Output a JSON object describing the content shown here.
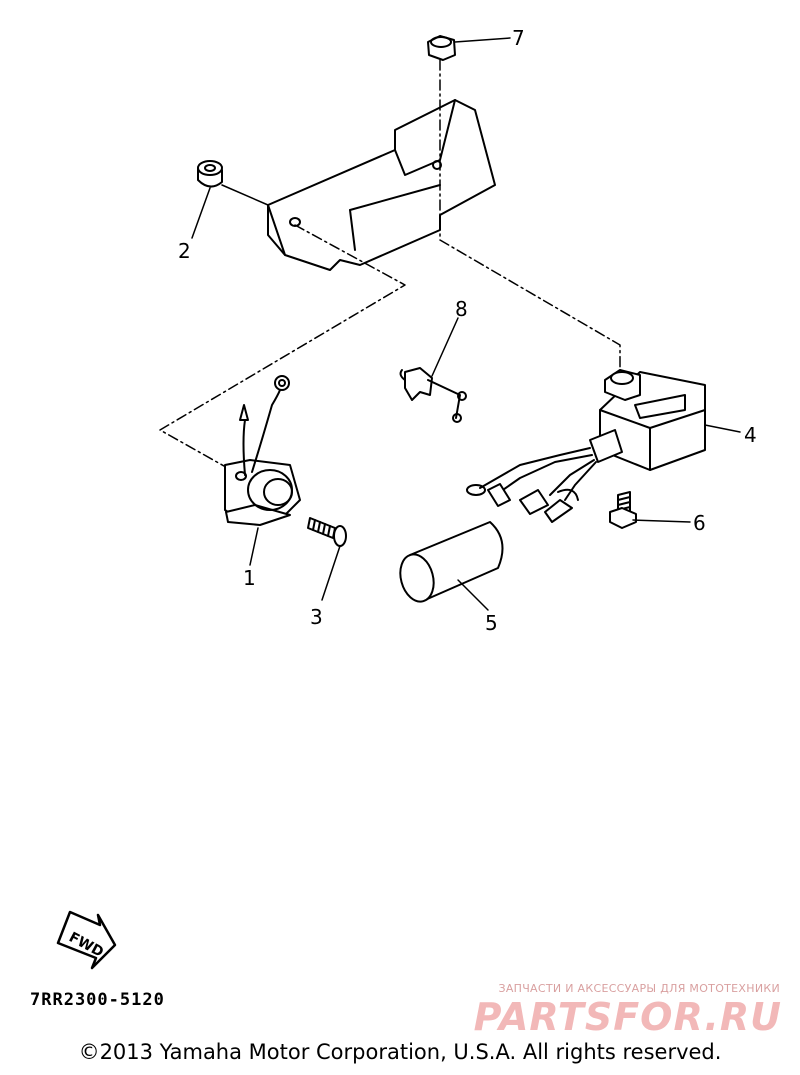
{
  "diagram": {
    "callouts": [
      "1",
      "2",
      "3",
      "4",
      "5",
      "6",
      "7",
      "8"
    ],
    "fwd_label": "FWD",
    "drawing_code": "7RR2300-5120"
  },
  "footer": {
    "copyright": "©2013 Yamaha Motor Corporation, U.S.A. All rights reserved."
  },
  "watermark": {
    "tagline": "ЗАПЧАСТИ И АКСЕССУАРЫ ДЛЯ МОТОТЕХНИКИ",
    "brand": "PARTSFOR.RU"
  }
}
